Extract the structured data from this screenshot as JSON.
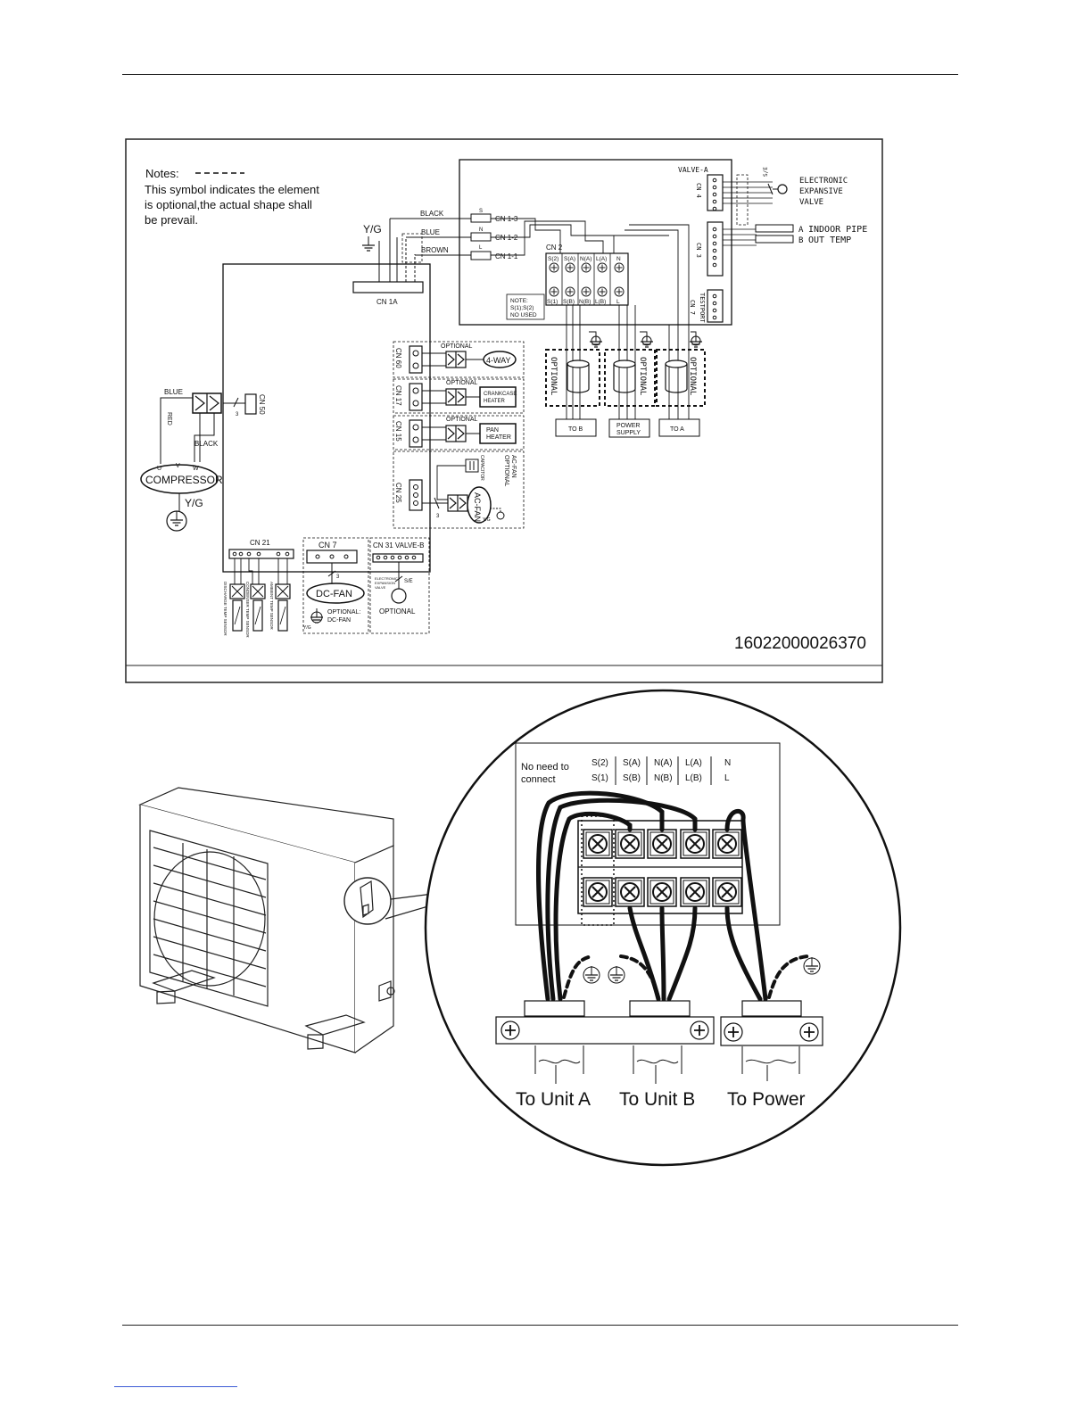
{
  "notes": {
    "heading": "Notes:",
    "line1": "This symbol indicates the element",
    "line2": "is  optional,the actual shape shall",
    "line3": "be prevail."
  },
  "main_board": {
    "cn1a": "CN 1A",
    "yg": "Y/G",
    "black": "BLACK",
    "blue": "BLUE",
    "brown": "BROWN",
    "s": "S",
    "n": "N",
    "l": "L",
    "cn13": "CN 1-3",
    "cn12": "CN 1-2",
    "cn11": "CN 1-1"
  },
  "terminal_board": {
    "cn2": "CN 2",
    "top_row": [
      "S(2)",
      "S(A)",
      "N(A)",
      "L(A)",
      "N"
    ],
    "bottom_row": [
      "S(1)",
      "S(B)",
      "N(B)",
      "L(B)",
      "L"
    ],
    "note1": "NOTE:",
    "note2": "S(1);S(2)",
    "note3": "NO USED",
    "valve_a": "VALVE-A",
    "cn4": "CN 4",
    "cn3": "CN 3",
    "cn7": "CN 7",
    "test_port": "TESTPORT",
    "se": "S/E",
    "eev1": "ELECTRONIC",
    "eev2": "EXPANSIVE",
    "eev3": "VALVE",
    "pipe_a": "A",
    "pipe_b": "B",
    "indoor_pipe": "INDOOR PIPE",
    "out_temp": "OUT TEMP"
  },
  "filters": {
    "optional": "OPTIONAL",
    "to_b": "TO B",
    "power1": "POWER",
    "power2": "SUPPLY",
    "to_a": "TO A"
  },
  "loads": {
    "optional": "OPTIONAL",
    "cn60": "CN 60",
    "four_way": "4-WAY",
    "cn17": "CN 17",
    "crankcase1": "CRANKCASE",
    "crankcase2": "HEATER",
    "cn15": "CN 15",
    "pan1": "PAN",
    "pan2": "HEATER",
    "cn25": "CN 25",
    "capacitor": "CAPACITOR",
    "opt_acfan1": "OPTIONAL",
    "opt_acfan2": "AC-FAN",
    "ac_fan": "AC-FAN",
    "yg": "Y/G",
    "three": "3"
  },
  "compressor": {
    "blue": "BLUE",
    "red": "RED",
    "black": "BLACK",
    "u": "U",
    "v": "V",
    "w": "W",
    "label": "COMPRESSOR",
    "yg": "Y/G",
    "cn50": "CN 50",
    "three": "3"
  },
  "bottom_board": {
    "cn21": "CN 21",
    "cn7": "CN 7",
    "cn31": "CN 31 VALVE-B",
    "dc_fan": "DC-FAN",
    "opt_dcfan1": "OPTIONAL:",
    "opt_dcfan2": "DC-FAN",
    "yg": "Y/G",
    "se": "S/E",
    "eev_small1": "ELECTRONIC",
    "eev_small2": "EXPANSION",
    "eev_small3": "VALVE",
    "optional": "OPTIONAL",
    "three": "3",
    "sensor1": "DISCHARGE TEMP SENSOR",
    "sensor2": "CONDENSER TEMP SENSOR",
    "sensor3": "AMBIENT TEMP SENSOR"
  },
  "part_number": "16022000026370",
  "zoom": {
    "no_need_1": "No need to",
    "no_need_2": "connect",
    "top_row": [
      "S(2)",
      "S(A)",
      "N(A)",
      "L(A)",
      "N"
    ],
    "bottom_row": [
      "S(1)",
      "S(B)",
      "N(B)",
      "L(B)",
      "L"
    ],
    "to_unit_a": "To Unit A",
    "to_unit_b": "To Unit B",
    "to_power": "To Power"
  }
}
